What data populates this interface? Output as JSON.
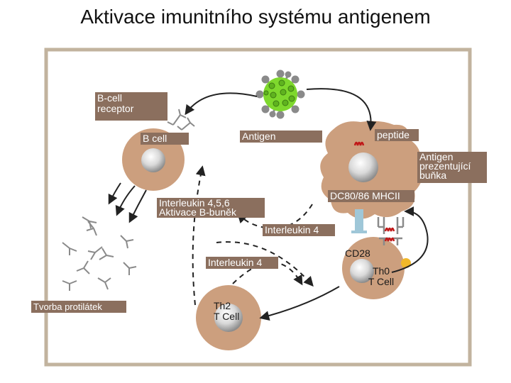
{
  "title": "Aktivace imunitního systému antigenem",
  "labels": {
    "b_cell_receptor_1": "B-cell",
    "b_cell_receptor_2": "receptor",
    "b_cell": "B cell",
    "antigen": "Antigen",
    "peptide": "peptide",
    "apc_1": "Antigen",
    "apc_2": "prezentující",
    "apc_3": "buňka",
    "interleukin_456_1": "Interleukin 4,5,6",
    "interleukin_456_2": "Aktivace B-buněk",
    "dc80_mhcii": "DC80/86 MHCII",
    "interleukin4_top": "Interleukin 4",
    "interleukin4_mid": "Interleukin 4",
    "cd28": "CD28",
    "th0_1": "Th0",
    "th0_2": "T Cell",
    "antibodies": "Tvorba protilátek",
    "th2_1": "Th2",
    "th2_2": "T Cell"
  },
  "colors": {
    "frame": "#c2b39e",
    "panel": "#ffffff",
    "cell": "#cc9f7e",
    "cell_dark": "#b48561",
    "label_bg": "#8b6f5e",
    "virus": "#7ed82d",
    "virus_spike": "#8a8a8a",
    "peptide": "#c01818",
    "receptor": "#9fc7d8",
    "yellow_dot": "#f1b82a"
  }
}
